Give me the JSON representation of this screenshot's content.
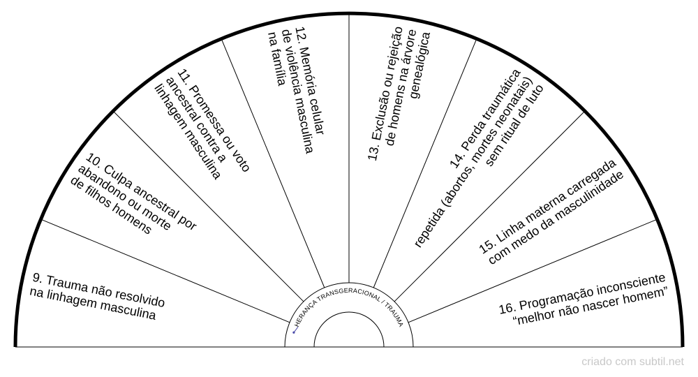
{
  "chart": {
    "center_label": "HERANÇA TRANSGERACIONAL / TRAUMA",
    "hub_icon": "pendulum-icon",
    "line_color": "#000000",
    "segments": [
      {
        "number": "9.",
        "lines": [
          "Trauma não resolvido",
          "na linhagem masculina"
        ]
      },
      {
        "number": "10.",
        "lines": [
          "Culpa ancestral por",
          "abandono ou morte",
          "de filhos homens"
        ]
      },
      {
        "number": "11.",
        "lines": [
          "Promessa ou voto",
          "ancestral contra a",
          "linhagem masculina"
        ]
      },
      {
        "number": "12.",
        "lines": [
          "Memória celular",
          "de violência masculina",
          "na família"
        ]
      },
      {
        "number": "13.",
        "lines": [
          "Exclusão ou rejeição",
          "de homens na árvore",
          "genealógica"
        ]
      },
      {
        "number": "14.",
        "lines": [
          "Perda traumática",
          "repetida (abortos, mortes neonatais)",
          "sem ritual de luto"
        ]
      },
      {
        "number": "15.",
        "lines": [
          "Linha materna carregada",
          "com medo da masculinidade"
        ]
      },
      {
        "number": "16.",
        "lines": [
          "Programação inconsciente",
          "“melhor não nascer homem”"
        ]
      }
    ]
  },
  "footer": {
    "credit": "criado com subtil.net"
  }
}
